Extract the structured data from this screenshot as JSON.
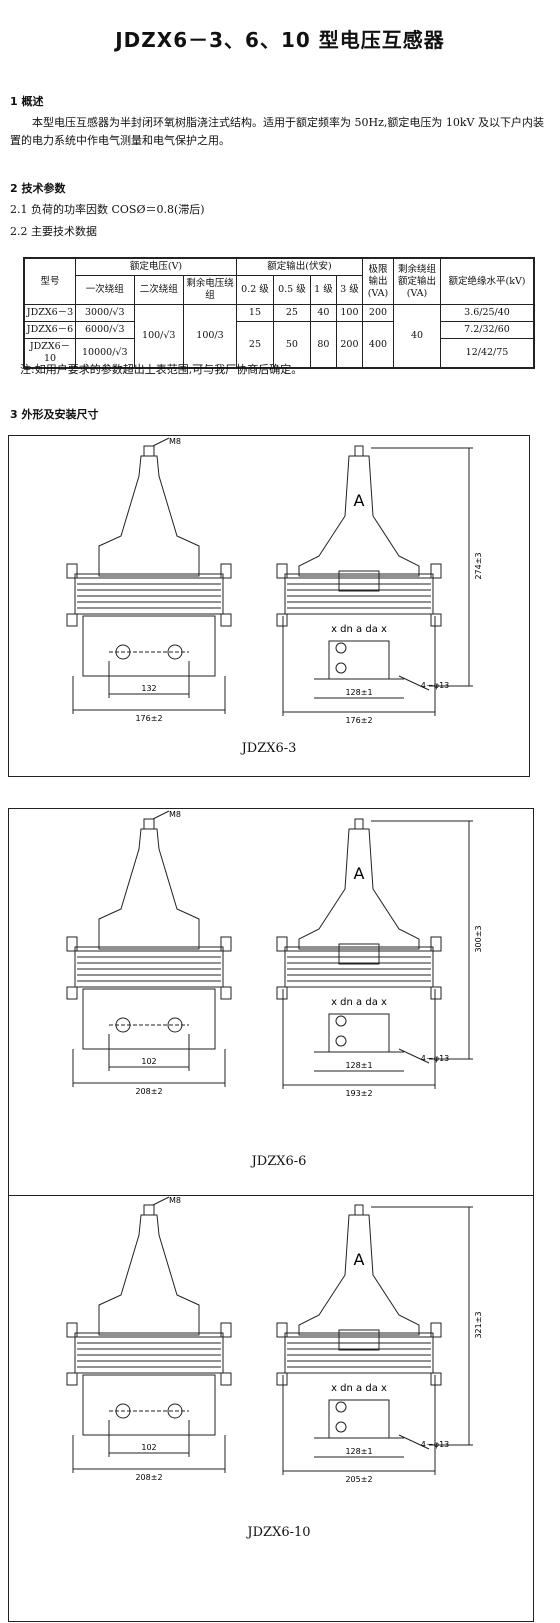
{
  "title": "JDZX6－3、6、10 型电压互感器",
  "section1": {
    "heading": "1 概述",
    "text": "本型电压互感器为半封闭环氧树脂浇注式结构。适用于额定频率为 50Hz,额定电压为 10kV 及以下户内装置的电力系统中作电气测量和电气保护之用。"
  },
  "section2": {
    "heading": "2 技术参数",
    "item1": "2.1 负荷的功率因数 COSØ＝0.8(滞后)",
    "item2": "2.2 主要技术数据",
    "table": {
      "h_model": "型号",
      "h_voltage": "额定电压(V)",
      "h_output": "额定输出(伏安)",
      "h_limit": "极限输出(VA)",
      "h_residual_out": "剩余绕组额定输出(VA)",
      "h_insulation": "额定绝缘水平(kV)",
      "h_primary": "一次绕组",
      "h_secondary": "二次绕组",
      "h_residual": "剩余电压绕组",
      "h_c02": "0.2 级",
      "h_c05": "0.5 级",
      "h_c1": "1 级",
      "h_c3": "3 级",
      "secondary_val": "100/√3",
      "residual_val": "100/3",
      "residual_out_val": "40",
      "rows": [
        {
          "model": "JDZX6－3",
          "primary": "3000/√3",
          "c02": "15",
          "c05": "25",
          "c1": "40",
          "c3": "100",
          "limit": "200",
          "insulation": "3.6/25/40"
        },
        {
          "model": "JDZX6－6",
          "primary": "6000/√3",
          "c02": "25",
          "c05": "50",
          "c1": "80",
          "c3": "200",
          "limit": "400",
          "insulation": "7.2/32/60"
        },
        {
          "model": "JDZX6－10",
          "primary": "10000/√3",
          "insulation": "12/42/75"
        }
      ]
    },
    "note": "注:如用户要求的参数超出上表范围,可与我厂协商后确定。"
  },
  "section3": {
    "heading": "3 外形及安装尺寸"
  },
  "drawings": [
    {
      "caption": "JDZX6-3",
      "bolt": "M8",
      "hole_spacing": "132",
      "width_front": "176±2",
      "width_side": "176±2",
      "depth": "128±1",
      "height": "274±3",
      "holes": "4－φ13",
      "letter": "A",
      "terms": "x dn a da x"
    },
    {
      "caption": "JDZX6-6",
      "bolt": "M8",
      "hole_spacing": "102",
      "width_front": "208±2",
      "width_side": "193±2",
      "depth": "128±1",
      "height": "300±3",
      "holes": "4－φ13",
      "letter": "A",
      "terms": "x dn a da x"
    },
    {
      "caption": "JDZX6-10",
      "bolt": "M8",
      "hole_spacing": "102",
      "width_front": "208±2",
      "width_side": "205±2",
      "depth": "128±1",
      "height": "321±3",
      "holes": "4－φ13",
      "letter": "A",
      "terms": "x dn a da x"
    }
  ]
}
